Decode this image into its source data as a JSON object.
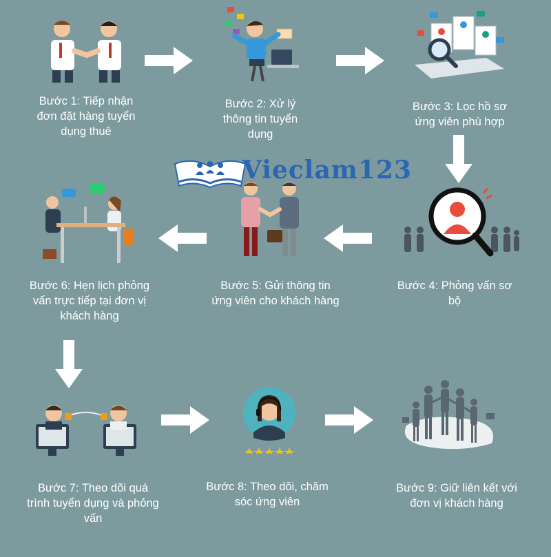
{
  "logo": {
    "text": "Vieclam123"
  },
  "steps": [
    {
      "label": "Bước 1: Tiếp nhận đơn đặt hàng tuyển dụng thuê",
      "lines": [
        "Bước 1: Tiếp nhận",
        "đơn đặt hàng tuyển",
        "dụng thuê"
      ],
      "icon": "handshake-icon"
    },
    {
      "label": "Bước 2: Xử lý thông tin tuyển dụng",
      "lines": [
        "Bước 2: Xử lý",
        "thông tin tuyển",
        "dụng"
      ],
      "icon": "busy-worker-icon"
    },
    {
      "label": "Bước 3: Lọc hồ sơ ứng viên phù hợp",
      "lines": [
        "Bước 3: Lọc hồ sơ",
        "ứng viên phù hợp"
      ],
      "icon": "resume-filter-icon"
    },
    {
      "label": "Bước 4: Phỏng vấn sơ bộ",
      "lines": [
        "Bước 4: Phỏng vấn sơ",
        "bộ"
      ],
      "icon": "magnifier-candidate-icon"
    },
    {
      "label": "Bước 5: Gửi thông tin ứng viên cho khách hàng",
      "lines": [
        "Bước 5: Gửi thông tin",
        "ứng viên cho khách hàng"
      ],
      "icon": "business-meeting-icon"
    },
    {
      "label": "Bước 6: Hẹn lịch phỏng vấn trực tiếp tại đơn vị khách hàng",
      "lines": [
        "Bước 6: Hẹn lịch phỏng",
        "vấn trực tiếp tại đơn vị",
        "khách hàng"
      ],
      "icon": "interview-desk-icon"
    },
    {
      "label": "Bước 7: Theo dõi quá trình tuyển dụng và phỏng vấn",
      "lines": [
        "Bước 7: Theo dõi quá",
        "trình tuyển dụng và phỏng",
        "vấn"
      ],
      "icon": "video-call-icon"
    },
    {
      "label": "Bước 8: Theo dõi, chăm sóc ứng viên",
      "lines": [
        "Bước 8: Theo dõi, chăm",
        "sóc ứng viên"
      ],
      "icon": "support-agent-icon"
    },
    {
      "label": "Bước 9: Giữ liên kết với đơn vị khách hàng",
      "lines": [
        "Bước 9: Giữ liên kết với",
        "đơn vị khách hàng"
      ],
      "icon": "network-people-icon"
    }
  ],
  "colors": {
    "background": "#7d9a9e",
    "text": "#ffffff",
    "arrow": "#ffffff",
    "logo_blue": "#2b66b3"
  }
}
